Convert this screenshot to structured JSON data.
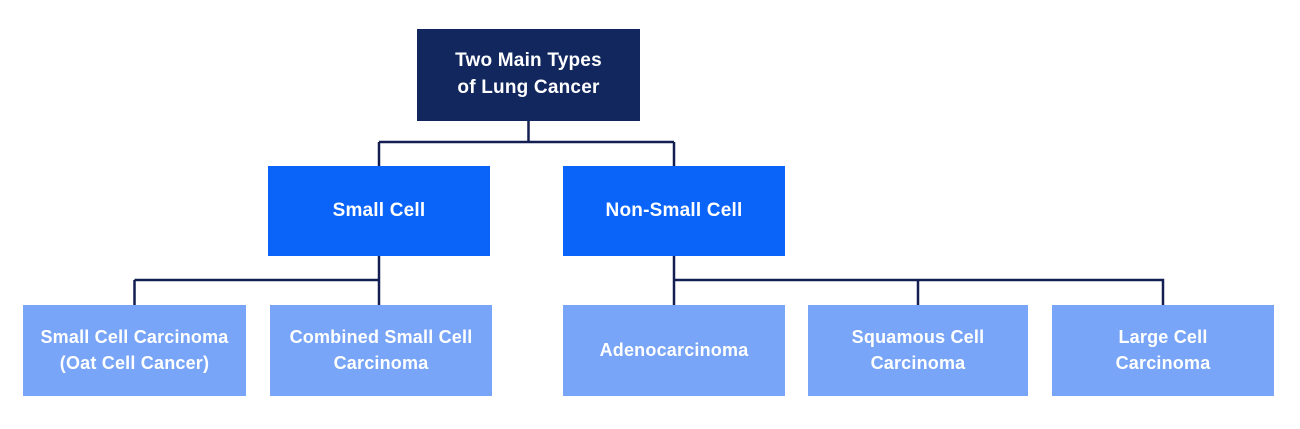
{
  "diagram": {
    "type": "flowchart",
    "root": {
      "label": "Two Main Types\nof Lung Cancer"
    },
    "level2": [
      {
        "label": "Small Cell"
      },
      {
        "label": "Non-Small Cell"
      }
    ],
    "level3": [
      {
        "label": "Small Cell Carcinoma\n(Oat Cell Cancer)",
        "parent": "Small Cell"
      },
      {
        "label": "Combined Small Cell\nCarcinoma",
        "parent": "Small Cell"
      },
      {
        "label": "Adenocarcinoma",
        "parent": "Non-Small Cell"
      },
      {
        "label": "Squamous Cell\nCarcinoma",
        "parent": "Non-Small Cell"
      },
      {
        "label": "Large Cell\nCarcinoma",
        "parent": "Non-Small Cell"
      }
    ]
  },
  "colors": {
    "navy": "#12275e",
    "bright_blue": "#0a64fa",
    "light_blue": "#78a5f7",
    "line": "#131f52",
    "text": "#ffffff",
    "background": "#ffffff"
  }
}
